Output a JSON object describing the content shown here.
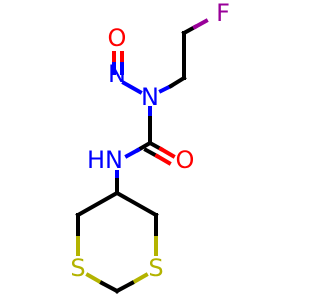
{
  "molecule": {
    "atoms": {
      "O_nitroso": "O",
      "N_nitroso": "N",
      "N_amide": "N",
      "F": "F",
      "O_carbonyl": "O",
      "NH": "HN",
      "S_left": "S",
      "S_right": "S"
    },
    "colors": {
      "carbon": "#000000",
      "nitrogen": "#0000ff",
      "oxygen": "#ff0000",
      "fluorine": "#990099",
      "sulfur": "#b3b300"
    }
  }
}
